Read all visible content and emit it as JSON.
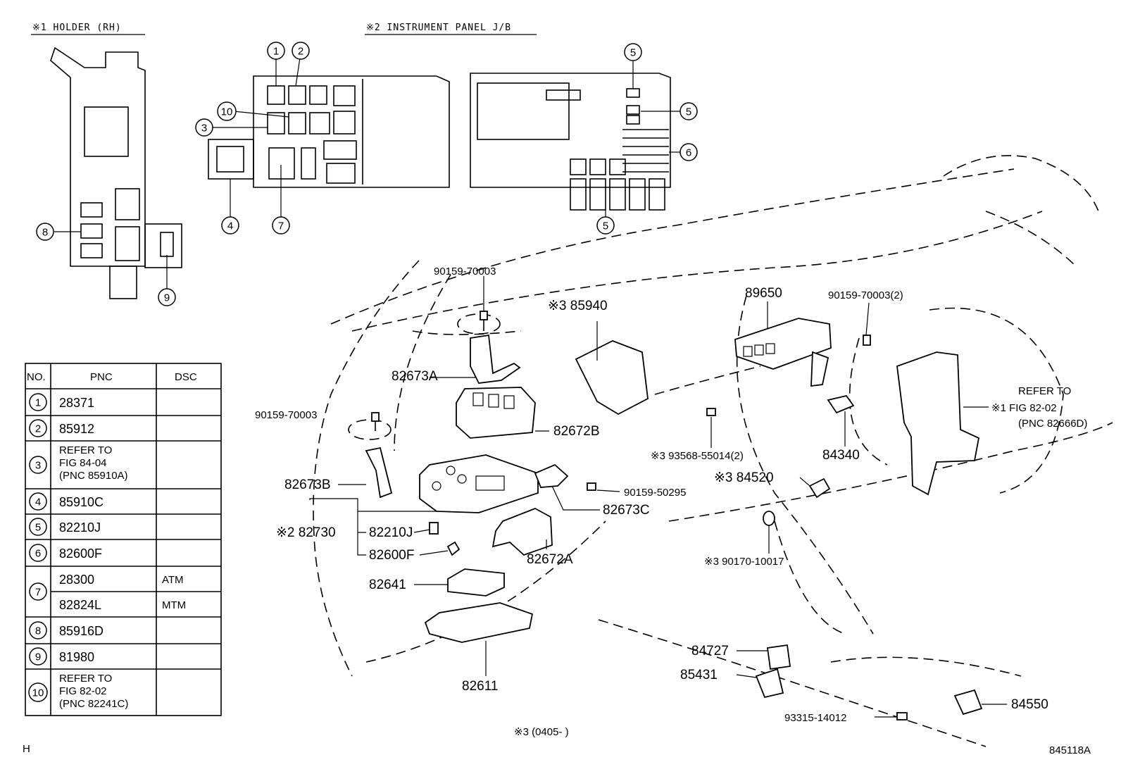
{
  "headers": {
    "holder": "※1  HOLDER (RH)",
    "instrument_panel": "※2  INSTRUMENT PANEL J/B"
  },
  "callout_numbers": [
    "1",
    "2",
    "3",
    "4",
    "5",
    "6",
    "7",
    "8",
    "9",
    "10"
  ],
  "table": {
    "columns": [
      "NO.",
      "PNC",
      "DSC"
    ],
    "rows": [
      {
        "no": "1",
        "pnc": "28371",
        "dsc": ""
      },
      {
        "no": "2",
        "pnc": "85912",
        "dsc": ""
      },
      {
        "no": "3",
        "pnc_lines": [
          "REFER TO",
          "FIG  84-04",
          "(PNC 85910A)"
        ],
        "dsc": ""
      },
      {
        "no": "4",
        "pnc": "85910C",
        "dsc": ""
      },
      {
        "no": "5",
        "pnc": "82210J",
        "dsc": ""
      },
      {
        "no": "6",
        "pnc": "82600F",
        "dsc": ""
      },
      {
        "no": "7",
        "pnc": "28300",
        "dsc": "ATM",
        "pnc2": "82824L",
        "dsc2": "MTM"
      },
      {
        "no": "8",
        "pnc": "85916D",
        "dsc": ""
      },
      {
        "no": "9",
        "pnc": "81980",
        "dsc": ""
      },
      {
        "no": "10",
        "pnc_lines": [
          "REFER TO",
          "FIG   82-02",
          "(PNC 82241C)"
        ],
        "dsc": ""
      }
    ]
  },
  "labels": {
    "bolt_top": "90159-70003",
    "p82673A": "82673A",
    "bolt_left": "90159-70003",
    "p82672B": "82672B",
    "p82673B": "82673B",
    "p82730": "※2  82730",
    "p82210J": "82210J",
    "p82600F": "82600F",
    "p82641": "82641",
    "p82672A": "82672A",
    "p82611": "82611",
    "p82673C": "82673C",
    "bolt_mid": "90159-50295",
    "p85940": "※3  85940",
    "p89650": "89650",
    "bolt_right": "90159-70003(2)",
    "screw_93568": "※3  93568-55014(2)",
    "p84340": "84340",
    "p84520": "※3  84520",
    "refer_line1": "REFER TO",
    "refer_line2": "※1  FIG   82-02",
    "refer_line3": "(PNC 82666D)",
    "p90170": "※3  90170-10017",
    "p84727": "84727",
    "p85431": "85431",
    "bolt_bottom": "93315-14012",
    "p84550": "84550",
    "note": "※3 (0405-        )",
    "corner_left": "H",
    "corner_right": "845118A"
  }
}
